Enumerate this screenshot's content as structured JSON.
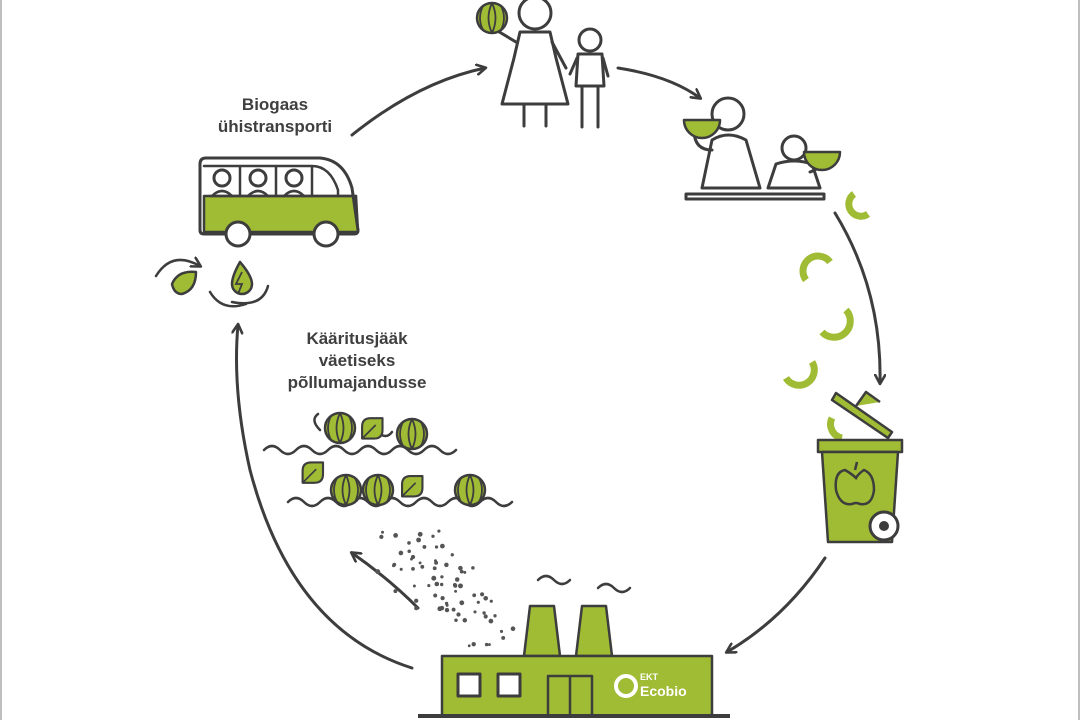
{
  "labels": {
    "bus_line1": "Biogaas",
    "bus_line2": "ühistransporti",
    "fertilizer_line1": "Kääritusjääk",
    "fertilizer_line2": "väetiseks",
    "fertilizer_line3": "põllumajandusse"
  },
  "logo": {
    "line1": "EKT",
    "line2": "Ecobio"
  },
  "colors": {
    "accent": "#9fbc34",
    "line": "#3d3d3d",
    "text": "#3f3f3f",
    "background": "#ffffff"
  },
  "icons": [
    "watermelon-icon",
    "family-icon",
    "eating-family-icon",
    "rind-icon",
    "biowaste-bin-icon",
    "apple-core-icon",
    "biogas-plant-icon",
    "fertilizer-particles-icon",
    "watermelon-field-icon",
    "recycle-leaf-energy-icon",
    "bus-icon"
  ]
}
